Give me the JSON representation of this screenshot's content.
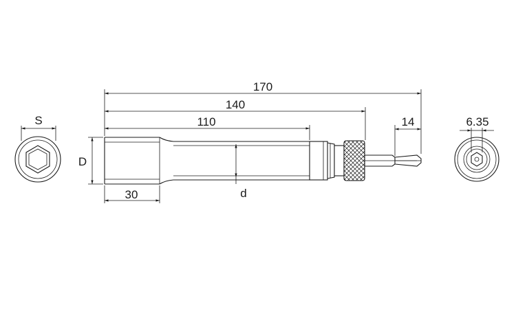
{
  "dimensions": {
    "overall_length": "170",
    "to_knurl": "140",
    "to_body_end": "110",
    "bit_length": "14",
    "socket_depth": "30",
    "hex_shank": "6.35"
  },
  "symbols": {
    "hex_size": "S",
    "outer_diameter": "D",
    "inner_diameter": "d"
  },
  "colors": {
    "line": "#1a1a1a",
    "background": "#ffffff"
  }
}
